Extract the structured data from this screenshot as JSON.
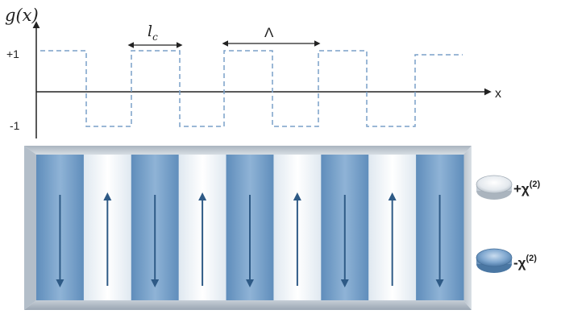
{
  "plot": {
    "y_label": "g(x)",
    "x_label": "x",
    "tick_pos": "+1",
    "tick_neg": "-1",
    "coherence_label": "l",
    "coherence_sub": "c",
    "period_label": "Λ"
  },
  "crystal": {
    "domains": [
      "-",
      "+",
      "-",
      "+",
      "-",
      "+",
      "-",
      "+",
      "-"
    ]
  },
  "legend": {
    "positive": {
      "sign": "+χ",
      "exp": "(2)"
    },
    "negative": {
      "sign": "-χ",
      "exp": "(2)"
    }
  },
  "colors": {
    "dash_line": "#7aa0c8",
    "domain_blue": "#7ea6cc",
    "domain_white": "#eef3f7",
    "arrow": "#2e5a86"
  }
}
